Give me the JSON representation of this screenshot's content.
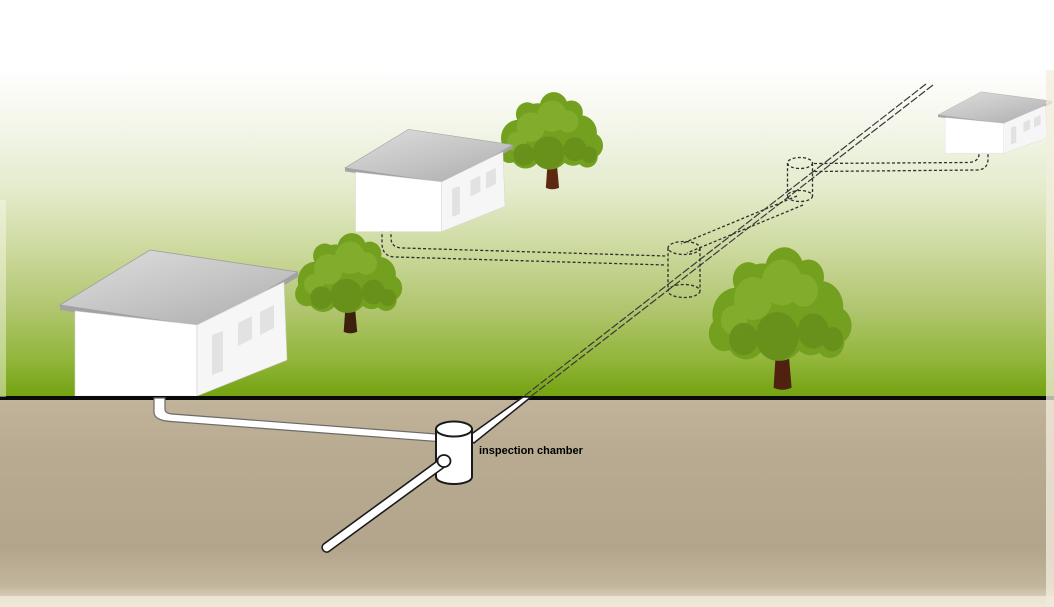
{
  "diagram": {
    "label_inspection_chamber": "inspection chamber",
    "scene": {
      "houses": [
        "large-house-left",
        "medium-house-center",
        "small-house-right"
      ],
      "trees": [
        "tree-center-top",
        "tree-left",
        "tree-right"
      ],
      "pipes": [
        "dashed-drain-medium-house",
        "dashed-drain-small-house",
        "dashed-manhole-upper",
        "dashed-manhole-middle",
        "dashed-connector-pipe",
        "main-drain-diagonal",
        "underground-drain-large-house",
        "underground-main-drain",
        "chamber-outlet-pipe"
      ],
      "chamber": "inspection-chamber-cylinder"
    },
    "colors": {
      "sky_top": "#ffffff",
      "grass_green": "#72a20f",
      "ground_tan": "#b7aa90",
      "ground_line": "#0a0a0a",
      "roof_gray": "#bdbdbd",
      "wall_white": "#ffffff",
      "window_gray": "#e2e2e2",
      "canopy_green": "#73a01f",
      "trunk_brown": "#46220f",
      "pipe_white": "#ffffff",
      "pipe_outline": "#1b1b1b",
      "dashed_pipe": "#2e2e2e",
      "label_text": "#000000"
    }
  }
}
